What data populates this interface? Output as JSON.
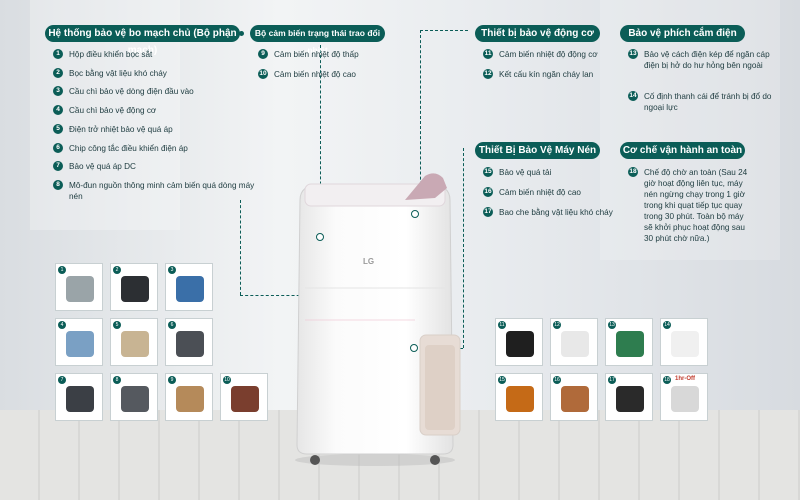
{
  "brand": {
    "logo_text": "LG"
  },
  "colors": {
    "accent": "#0b5d57",
    "background": "#eceef0",
    "device_body": "#ffffff"
  },
  "sections": {
    "board": {
      "title": "Hệ thống bảo vệ bo mạch chủ (Bộ phận mạch)",
      "items": [
        {
          "n": "1",
          "text": "Hộp điều khiển bọc sắt"
        },
        {
          "n": "2",
          "text": "Bọc bằng vật liệu khó cháy"
        },
        {
          "n": "3",
          "text": "Cầu chì bảo vệ dòng điện đầu vào"
        },
        {
          "n": "4",
          "text": "Cầu chì bảo vệ động cơ"
        },
        {
          "n": "5",
          "text": "Điện trở nhiệt bảo vệ quá áp"
        },
        {
          "n": "6",
          "text": "Chip công tắc điều khiển điện áp"
        },
        {
          "n": "7",
          "text": "Bảo vệ quá áp DC"
        },
        {
          "n": "8",
          "text": "Mô-đun nguồn thông minh cảm biến quá dòng máy nén"
        }
      ]
    },
    "heat_exchanger": {
      "title": "Bộ cảm biến trạng thái trao đổi nhiệt",
      "items": [
        {
          "n": "9",
          "text": "Cảm biến nhiệt độ thấp"
        },
        {
          "n": "10",
          "text": "Cảm biến nhiệt độ cao"
        }
      ]
    },
    "motor": {
      "title": "Thiết bị bảo vệ động cơ",
      "items": [
        {
          "n": "11",
          "text": "Cảm biến nhiệt độ động cơ"
        },
        {
          "n": "12",
          "text": "Kết cấu kín ngăn cháy lan"
        }
      ]
    },
    "plug": {
      "title": "Bảo vệ phích cắm điện",
      "items": [
        {
          "n": "13",
          "text": "Bảo vệ cách điện kép để ngăn cáp điện bị hở do hư hỏng bên ngoài"
        },
        {
          "n": "14",
          "text": "Cố định thanh cái để tránh bị đổ do ngoại lực"
        }
      ]
    },
    "compressor": {
      "title": "Thiết Bị Bảo Vệ Máy Nén",
      "items": [
        {
          "n": "15",
          "text": "Bảo vệ quá tải"
        },
        {
          "n": "16",
          "text": "Cảm biến nhiệt độ cao"
        },
        {
          "n": "17",
          "text": "Bao che bằng vật liệu khó cháy"
        }
      ]
    },
    "safety": {
      "title": "Cơ chế vận hành an toàn",
      "items": [
        {
          "n": "18",
          "text": "Chế độ chờ an toàn (Sau 24 giờ hoạt động liên tục, máy nén ngừng chạy trong 1 giờ trong khi quạt tiếp tục quay trong 30 phút. Toàn bộ máy sẽ khởi phục hoạt động sau 30 phút chờ nữa.)"
        }
      ]
    }
  },
  "tiles_left": [
    "1",
    "2",
    "3",
    "4",
    "5",
    "6",
    "7",
    "8",
    "9",
    "10"
  ],
  "tiles_right": [
    "11",
    "12",
    "13",
    "14",
    "15",
    "16",
    "17",
    "18"
  ],
  "tile_18_label": "1hr-Off"
}
